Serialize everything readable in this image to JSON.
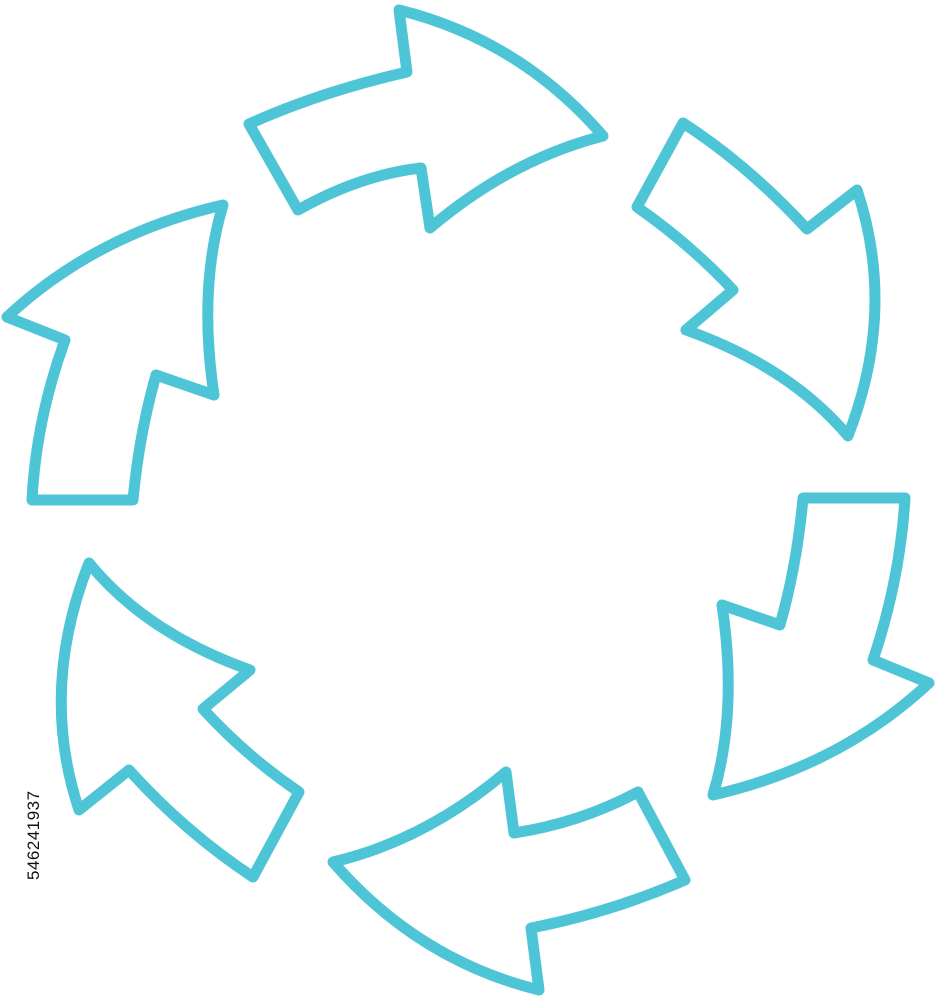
{
  "diagram": {
    "type": "cyclic-arrows",
    "arrow_count": 6,
    "arrow_direction": "clockwise",
    "style": "outline",
    "colors": {
      "outline": "#4ec5d7",
      "fill": "#ffffff",
      "background": "#ffffff"
    }
  },
  "stock_id": "546241937"
}
